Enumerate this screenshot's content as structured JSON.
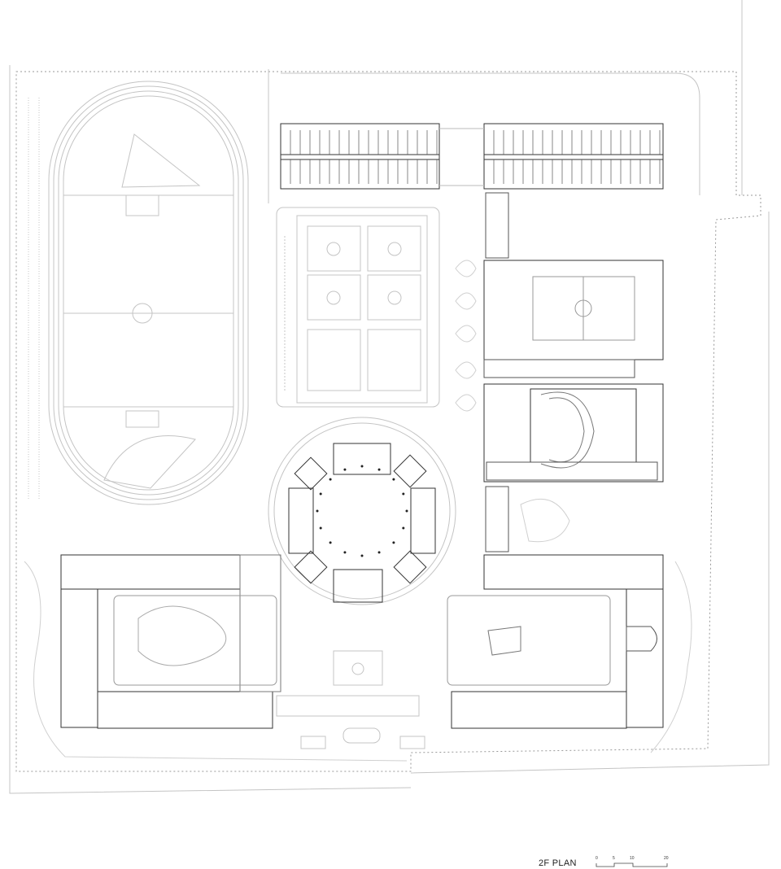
{
  "drawing": {
    "title": "2F PLAN",
    "scale_bar": {
      "labels": [
        "0",
        "5",
        "10",
        "20"
      ]
    },
    "colors": {
      "line": "#bdbdbd",
      "wall": "#333333",
      "light": "#dddddd"
    }
  }
}
